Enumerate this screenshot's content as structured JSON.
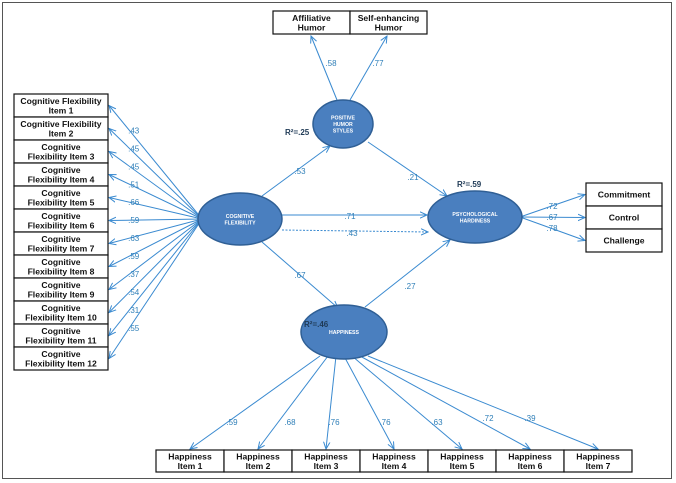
{
  "cf_items": [
    {
      "line1": "Cognitive Flexibility",
      "line2": "Item 1",
      "loading": ".43"
    },
    {
      "line1": "Cognitive Flexibility",
      "line2": "Item 2",
      "loading": ".45"
    },
    {
      "line1": "Cognitive",
      "line2": "Flexibility Item 3",
      "loading": ".45"
    },
    {
      "line1": "Cognitive",
      "line2": "Flexibility Item 4",
      "loading": ".51"
    },
    {
      "line1": "Cognitive",
      "line2": "Flexibility Item 5",
      "loading": ".66"
    },
    {
      "line1": "Cognitive",
      "line2": "Flexibility Item 6",
      "loading": ".59"
    },
    {
      "line1": "Cognitive",
      "line2": "Flexibility Item 7",
      "loading": ".63"
    },
    {
      "line1": "Cognitive",
      "line2": "Flexibility Item 8",
      "loading": ".59"
    },
    {
      "line1": "Cognitive",
      "line2": "Flexibility Item 9",
      "loading": ".37"
    },
    {
      "line1": "Cognitive",
      "line2": "Flexibility Item 10",
      "loading": ".54"
    },
    {
      "line1": "Cognitive",
      "line2": "Flexibility Item 11",
      "loading": ".31"
    },
    {
      "line1": "Cognitive",
      "line2": "Flexibility Item 12",
      "loading": ".55"
    }
  ],
  "humor_items": [
    {
      "line1": "Affiliative",
      "line2": "Humor",
      "loading": ".58"
    },
    {
      "line1": "Self-enhancing",
      "line2": "Humor",
      "loading": ".77"
    }
  ],
  "hardiness_items": [
    {
      "label": "Commitment",
      "loading": ".72"
    },
    {
      "label": "Control",
      "loading": ".67"
    },
    {
      "label": "Challenge",
      "loading": ".78"
    }
  ],
  "happiness_items": [
    {
      "line1": "Happiness",
      "line2": "Item 1",
      "loading": ".59"
    },
    {
      "line1": "Happiness",
      "line2": "Item 2",
      "loading": ".68"
    },
    {
      "line1": "Happiness",
      "line2": "Item 3",
      "loading": ".76"
    },
    {
      "line1": "Happiness",
      "line2": "Item 4",
      "loading": ".76"
    },
    {
      "line1": "Happiness",
      "line2": "Item 5",
      "loading": ".63"
    },
    {
      "line1": "Happiness",
      "line2": "Item 6",
      "loading": ".72"
    },
    {
      "line1": "Happiness",
      "line2": "Item 7",
      "loading": ".39"
    }
  ],
  "latents": {
    "cf": {
      "line1": "COGNITIVE",
      "line2": "FLEXIBILITY"
    },
    "humor": {
      "line1": "POSITIVE",
      "line2": "HUMOR",
      "line3": "STYLES"
    },
    "hardiness": {
      "line1": "PSYCHOLOGICAL",
      "line2": "HARDINESS"
    },
    "happiness": {
      "line1": "HAPPINESS"
    }
  },
  "r_squared": {
    "humor": "R²=.25",
    "hardiness": "R²=.59",
    "happiness": "R²=.46"
  },
  "paths": {
    "cf_humor": ".53",
    "cf_hardiness": ".71",
    "cf_hardiness_indirect": ".43",
    "cf_happiness": ".67",
    "humor_hardiness": ".21",
    "happiness_hardiness": ".27"
  }
}
